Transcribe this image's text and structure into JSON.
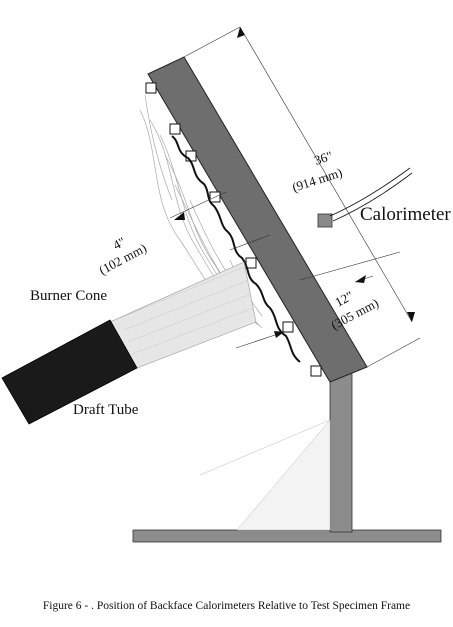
{
  "labels": {
    "dim_36_in": "36\"",
    "dim_36_mm": "(914 mm)",
    "dim_4_in": "4\"",
    "dim_4_mm": "(102 mm)",
    "dim_12_in": "12\"",
    "dim_12_mm": "(305 mm)",
    "calorimeter": "Calorimeter",
    "burner_cone": "Burner Cone",
    "draft_tube": "Draft Tube"
  },
  "caption": {
    "prefix": "Figure 6 - .",
    "text": "Position of Backface Calorimeters Relative to Test Specimen Frame"
  },
  "colors": {
    "frame": "#6e6e6e",
    "base": "#8c8c8c",
    "burner_cone": "#e6e6e6",
    "draft_tube": "#1a1a1a",
    "calorimeter": "#8a8a8a",
    "flame": "#a9a9a9"
  }
}
